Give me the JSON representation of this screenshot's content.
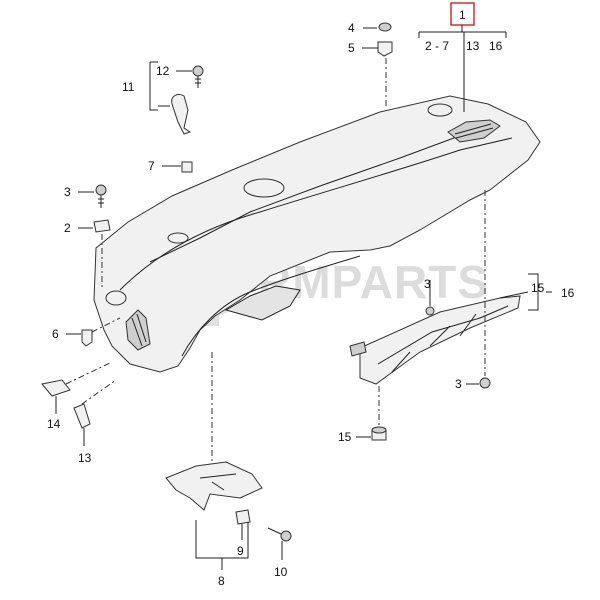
{
  "callouts": {
    "p1": "1",
    "p1_group_a": "2 - 7",
    "p1_group_b": "13",
    "p1_group_c": "16",
    "p2": "2",
    "p3_left": "3",
    "p3_right": "3",
    "p4": "4",
    "p5": "5",
    "p6": "6",
    "p7": "7",
    "p8": "8",
    "p9": "9",
    "p10": "10",
    "p11": "11",
    "p12": "12",
    "p13": "13",
    "p14": "14",
    "p15_top": "15",
    "p15_bottom": "15",
    "p16": "16"
  },
  "watermark": {
    "text": "RMPARTS"
  },
  "colors": {
    "highlight_box": "#d81e1e",
    "watermark": "#9a9a9a"
  }
}
